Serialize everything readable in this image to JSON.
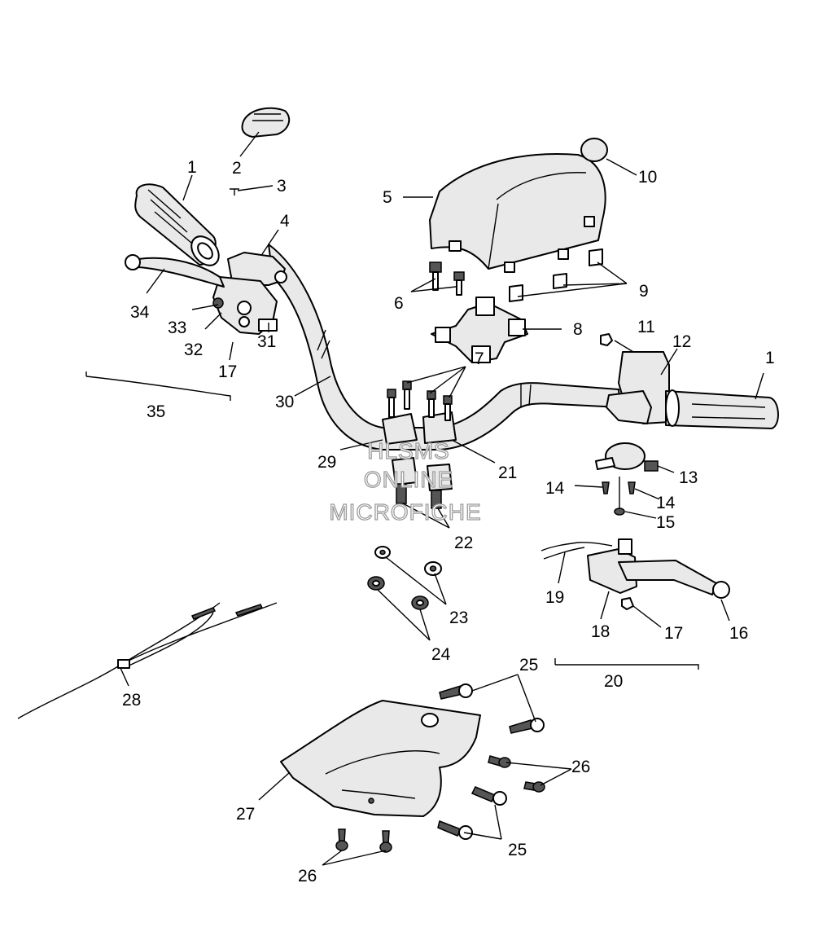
{
  "watermark": [
    "HLSMS",
    "ONLINE",
    "MICROFICHE"
  ],
  "callouts": [
    {
      "id": "c1a",
      "text": "1"
    },
    {
      "id": "c2",
      "text": "2"
    },
    {
      "id": "c3",
      "text": "3"
    },
    {
      "id": "c4",
      "text": "4"
    },
    {
      "id": "c5",
      "text": "5"
    },
    {
      "id": "c6",
      "text": "6"
    },
    {
      "id": "c7",
      "text": "7"
    },
    {
      "id": "c8",
      "text": "8"
    },
    {
      "id": "c9",
      "text": "9"
    },
    {
      "id": "c10",
      "text": "10"
    },
    {
      "id": "c11",
      "text": "11"
    },
    {
      "id": "c12",
      "text": "12"
    },
    {
      "id": "c1b",
      "text": "1"
    },
    {
      "id": "c13",
      "text": "13"
    },
    {
      "id": "c14a",
      "text": "14"
    },
    {
      "id": "c14b",
      "text": "14"
    },
    {
      "id": "c15",
      "text": "15"
    },
    {
      "id": "c16",
      "text": "16"
    },
    {
      "id": "c17a",
      "text": "17"
    },
    {
      "id": "c17b",
      "text": "17"
    },
    {
      "id": "c18",
      "text": "18"
    },
    {
      "id": "c19",
      "text": "19"
    },
    {
      "id": "c20",
      "text": "20"
    },
    {
      "id": "c21",
      "text": "21"
    },
    {
      "id": "c22",
      "text": "22"
    },
    {
      "id": "c23",
      "text": "23"
    },
    {
      "id": "c24",
      "text": "24"
    },
    {
      "id": "c25a",
      "text": "25"
    },
    {
      "id": "c25b",
      "text": "25"
    },
    {
      "id": "c26a",
      "text": "26"
    },
    {
      "id": "c26b",
      "text": "26"
    },
    {
      "id": "c27",
      "text": "27"
    },
    {
      "id": "c28",
      "text": "28"
    },
    {
      "id": "c29",
      "text": "29"
    },
    {
      "id": "c30",
      "text": "30"
    },
    {
      "id": "c31",
      "text": "31"
    },
    {
      "id": "c32",
      "text": "32"
    },
    {
      "id": "c33",
      "text": "33"
    },
    {
      "id": "c34",
      "text": "34"
    },
    {
      "id": "c35",
      "text": "35"
    }
  ]
}
